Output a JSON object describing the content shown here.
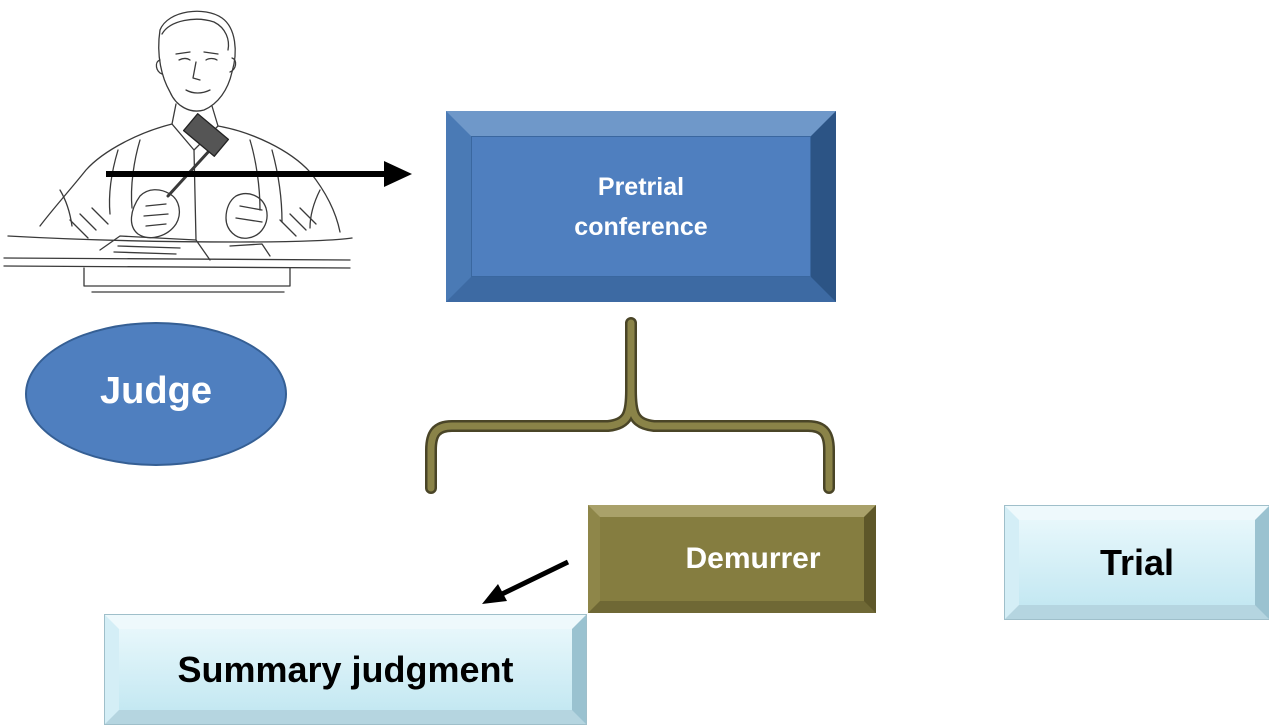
{
  "nodes": {
    "judge": {
      "label": "Judge"
    },
    "pretrial": {
      "line1": "Pretrial",
      "line2": "conference"
    },
    "demurrer": {
      "label": "Demurrer"
    },
    "trial": {
      "label": "Trial"
    },
    "summary": {
      "label": "Summary judgment"
    }
  },
  "illustration": {
    "subject": "judge-with-gavel"
  },
  "colors": {
    "pretrial_fill": "#4f7fbf",
    "judge_fill": "#4f7fbf",
    "demurrer_fill": "#857d40",
    "bracket": "#7a7340",
    "outcome_fill": "#c4e8f2",
    "arrow": "#000000"
  }
}
